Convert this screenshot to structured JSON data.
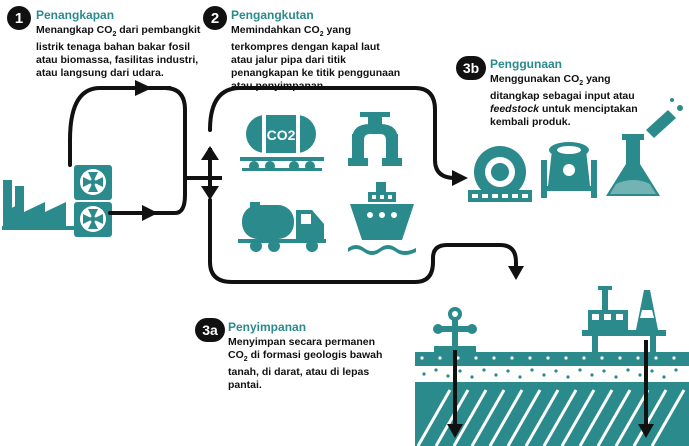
{
  "steps": {
    "capture": {
      "number": "1",
      "title": "Penangkapan",
      "body_pre": "Menangkap CO",
      "body_sub": "2",
      "body_post": " dari pembangkit listrik tenaga bahan bakar fosil atau biomassa, fasilitas industri, atau langsung dari udara."
    },
    "transport": {
      "number": "2",
      "title": "Pengangkutan",
      "body_pre": "Memindahkan CO",
      "body_sub": "2",
      "body_post": " yang terkompres dengan kapal laut atau jalur pipa dari titik penangkapan ke titik penggunaan atau penyimpanan."
    },
    "utilization": {
      "number": "3b",
      "title": "Penggunaan",
      "body_pre": "Menggunakan CO",
      "body_sub": "2",
      "body_mid": " yang ditangkap sebagai input atau ",
      "body_italic": "feedstock",
      "body_post": " untuk menciptakan kembali produk."
    },
    "storage": {
      "number": "3a",
      "title": "Penyimpanan",
      "body_pre": "Menyimpan secara permanen CO",
      "body_sub": "2",
      "body_post": " di formasi geologis bawah tanah, di darat, atau di lepas pantai."
    }
  },
  "icons": {
    "tanker_label": "CO2"
  },
  "colors": {
    "teal": "#2a8a8c",
    "dark": "#111111"
  }
}
